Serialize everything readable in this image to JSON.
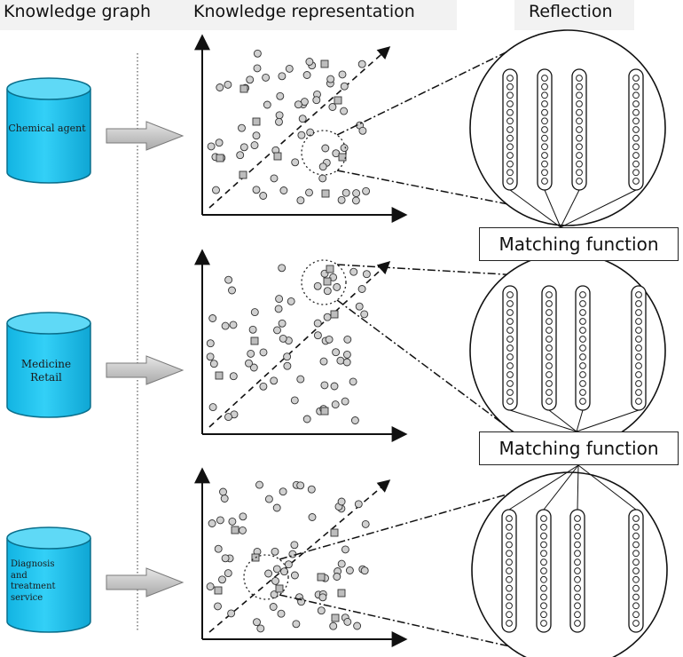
{
  "headers": {
    "col1": "Knowledge graph",
    "col2": "Knowledge representation",
    "col3": "Reflection"
  },
  "rows": [
    {
      "kg_label": "Chemical agent"
    },
    {
      "kg_label": "Medicine Retail"
    },
    {
      "kg_label": "Diagnosis and treatment service"
    }
  ],
  "matching_function_labels": [
    "Matching function",
    "Matching function"
  ],
  "colors": {
    "cylinder_fill": "#19c3ef",
    "cylinder_top": "#5fd9f6",
    "arrow_fill": "#c8c8c8",
    "marker_fill": "#d0d0d0",
    "line": "#111111"
  }
}
